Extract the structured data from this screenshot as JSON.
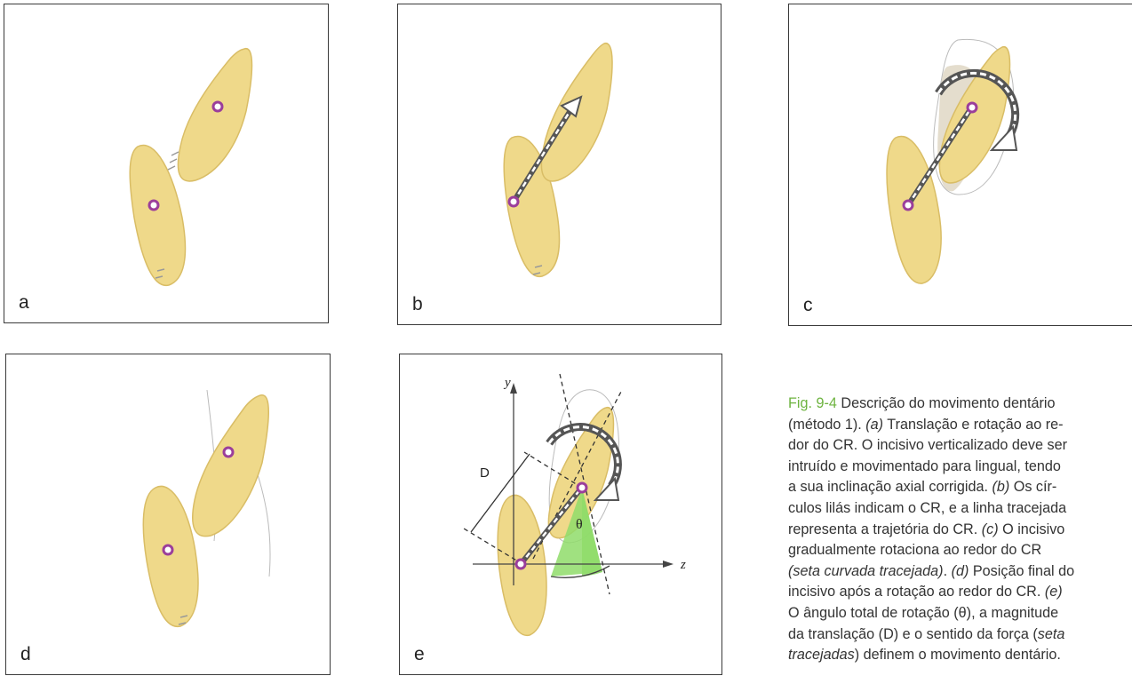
{
  "panels": [
    {
      "id": "a",
      "label": "a"
    },
    {
      "id": "b",
      "label": "b"
    },
    {
      "id": "c",
      "label": "c"
    },
    {
      "id": "d",
      "label": "d"
    },
    {
      "id": "e",
      "label": "e"
    }
  ],
  "panel_e": {
    "axis_y": "y",
    "axis_z": "z",
    "distance_label": "D",
    "angle_label": "θ"
  },
  "colors": {
    "tooth_fill": "#efd98a",
    "tooth_stroke": "#d9bd66",
    "cr_circle": "#9b3e9b",
    "angle_fill": "#8fdc6a",
    "caption_fig": "#6db33f"
  },
  "caption": {
    "fig_label": "Fig. 9-4",
    "lines": [
      [
        {
          "t": " Descrição do movimento dentário"
        }
      ],
      [
        {
          "t": "(método 1). "
        },
        {
          "t": "(a)",
          "i": true
        },
        {
          "t": " Translação e rotação ao re-"
        }
      ],
      [
        {
          "t": "dor do CR. O incisivo verticalizado deve ser"
        }
      ],
      [
        {
          "t": "intruído e movimentado para lingual, tendo"
        }
      ],
      [
        {
          "t": "a sua inclinação axial corrigida. "
        },
        {
          "t": "(b)",
          "i": true
        },
        {
          "t": " Os cír-"
        }
      ],
      [
        {
          "t": "culos lilás indicam o CR, e a linha tracejada"
        }
      ],
      [
        {
          "t": "representa a trajetória do CR. "
        },
        {
          "t": "(c)",
          "i": true
        },
        {
          "t": " O incisivo"
        }
      ],
      [
        {
          "t": "gradualmente rotaciona ao redor do CR"
        }
      ],
      [
        {
          "t": "(seta curvada tracejada)",
          "i": true
        },
        {
          "t": ". "
        },
        {
          "t": "(d)",
          "i": true
        },
        {
          "t": " Posição final do"
        }
      ],
      [
        {
          "t": "incisivo após a rotação ao redor do CR. "
        },
        {
          "t": "(e)",
          "i": true
        }
      ],
      [
        {
          "t": "O ângulo total de rotação (θ), a magnitude"
        }
      ],
      [
        {
          "t": "da translação (D) e o sentido da força ("
        },
        {
          "t": "seta",
          "i": true
        }
      ],
      [
        {
          "t": "tracejadas",
          "i": true
        },
        {
          "t": ") definem o movimento dentário."
        }
      ]
    ]
  }
}
